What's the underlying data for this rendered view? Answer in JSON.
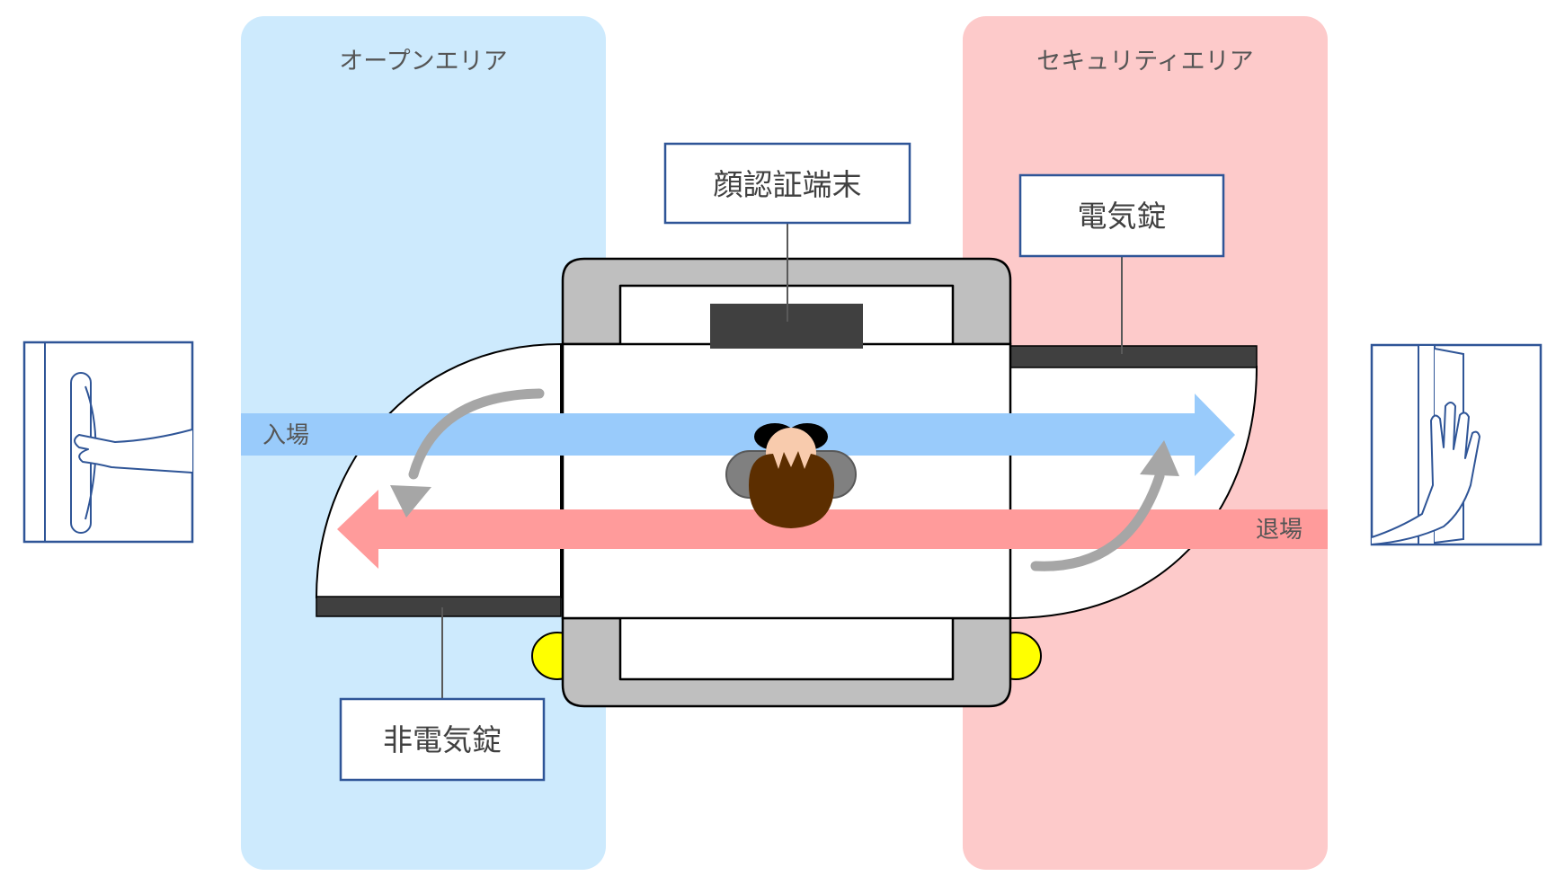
{
  "zones": {
    "open": {
      "label": "オープンエリア",
      "color": "#cdeafd"
    },
    "secure": {
      "label": "セキュリティエリア",
      "color": "#fdcaca"
    }
  },
  "callouts": {
    "face_terminal": "顔認証端末",
    "electric_lock": "電気錠",
    "non_electric_lock": "非電気錠"
  },
  "flows": {
    "entry": {
      "label": "入場",
      "color": "#99cbfb"
    },
    "exit": {
      "label": "退場",
      "color": "#ff9b9b"
    }
  },
  "colors": {
    "wall": "#bfbfbf",
    "lock_bar": "#404040",
    "terminal": "#404040",
    "swing_arrow": "#a6a6a6",
    "hinge": "#ffff00",
    "callout_border": "#2f5597",
    "hair": "#5c2e00",
    "skin": "#f8cbad",
    "shoulders": "#808080"
  },
  "icons": {
    "left_door": "pull-handle-icon",
    "right_door": "push-door-icon"
  }
}
